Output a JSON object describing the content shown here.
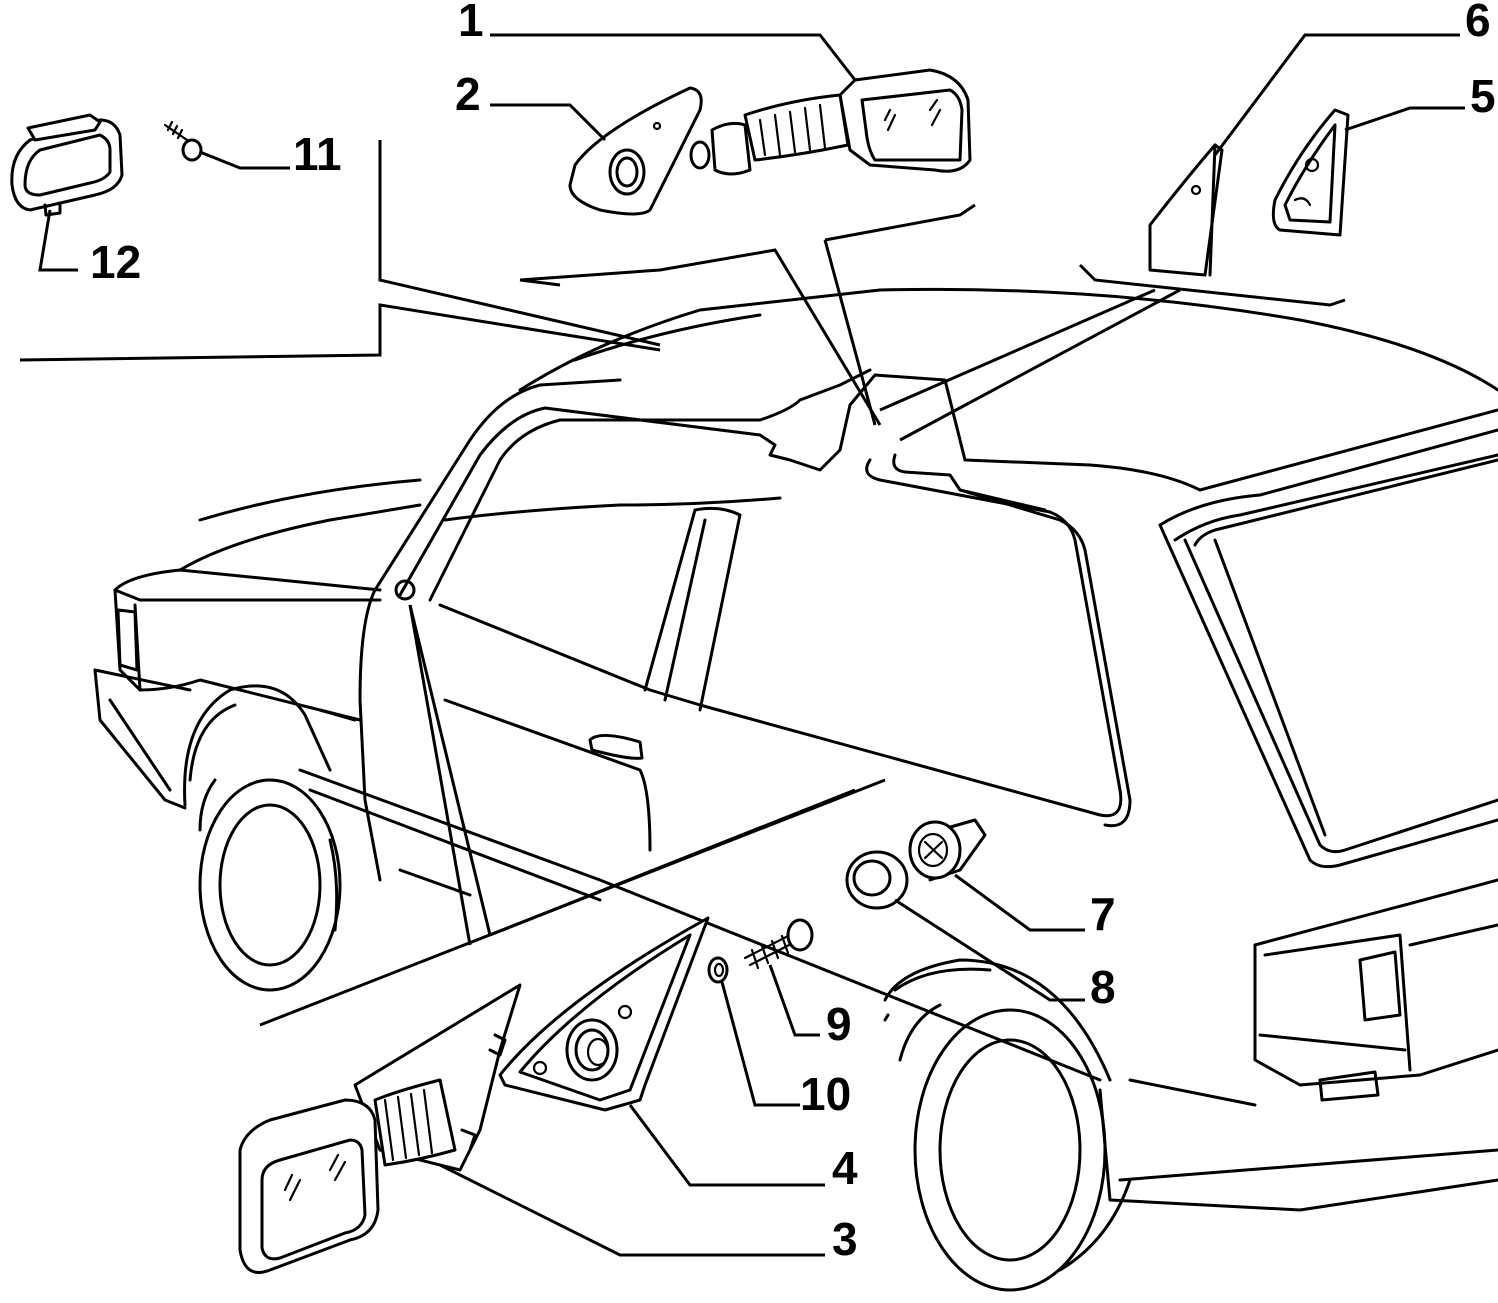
{
  "callouts": [
    {
      "id": "1",
      "label": "1"
    },
    {
      "id": "2",
      "label": "2"
    },
    {
      "id": "3",
      "label": "3"
    },
    {
      "id": "4",
      "label": "4"
    },
    {
      "id": "5",
      "label": "5"
    },
    {
      "id": "6",
      "label": "6"
    },
    {
      "id": "7",
      "label": "7"
    },
    {
      "id": "8",
      "label": "8"
    },
    {
      "id": "9",
      "label": "9"
    },
    {
      "id": "10",
      "label": "10"
    },
    {
      "id": "11",
      "label": "11"
    },
    {
      "id": "12",
      "label": "12"
    }
  ],
  "parts": [
    {
      "id": "1",
      "name": "outer-mirror-right"
    },
    {
      "id": "2",
      "name": "mirror-gasket-right"
    },
    {
      "id": "3",
      "name": "outer-mirror-left"
    },
    {
      "id": "4",
      "name": "mirror-mounting-plate-left"
    },
    {
      "id": "5",
      "name": "trim-cover-right"
    },
    {
      "id": "6",
      "name": "corner-bracket-right"
    },
    {
      "id": "7",
      "name": "adjuster-knob"
    },
    {
      "id": "8",
      "name": "knob-bezel-ring"
    },
    {
      "id": "9",
      "name": "screw"
    },
    {
      "id": "10",
      "name": "washer"
    },
    {
      "id": "11",
      "name": "screw-small"
    },
    {
      "id": "12",
      "name": "interior-mirror"
    }
  ]
}
